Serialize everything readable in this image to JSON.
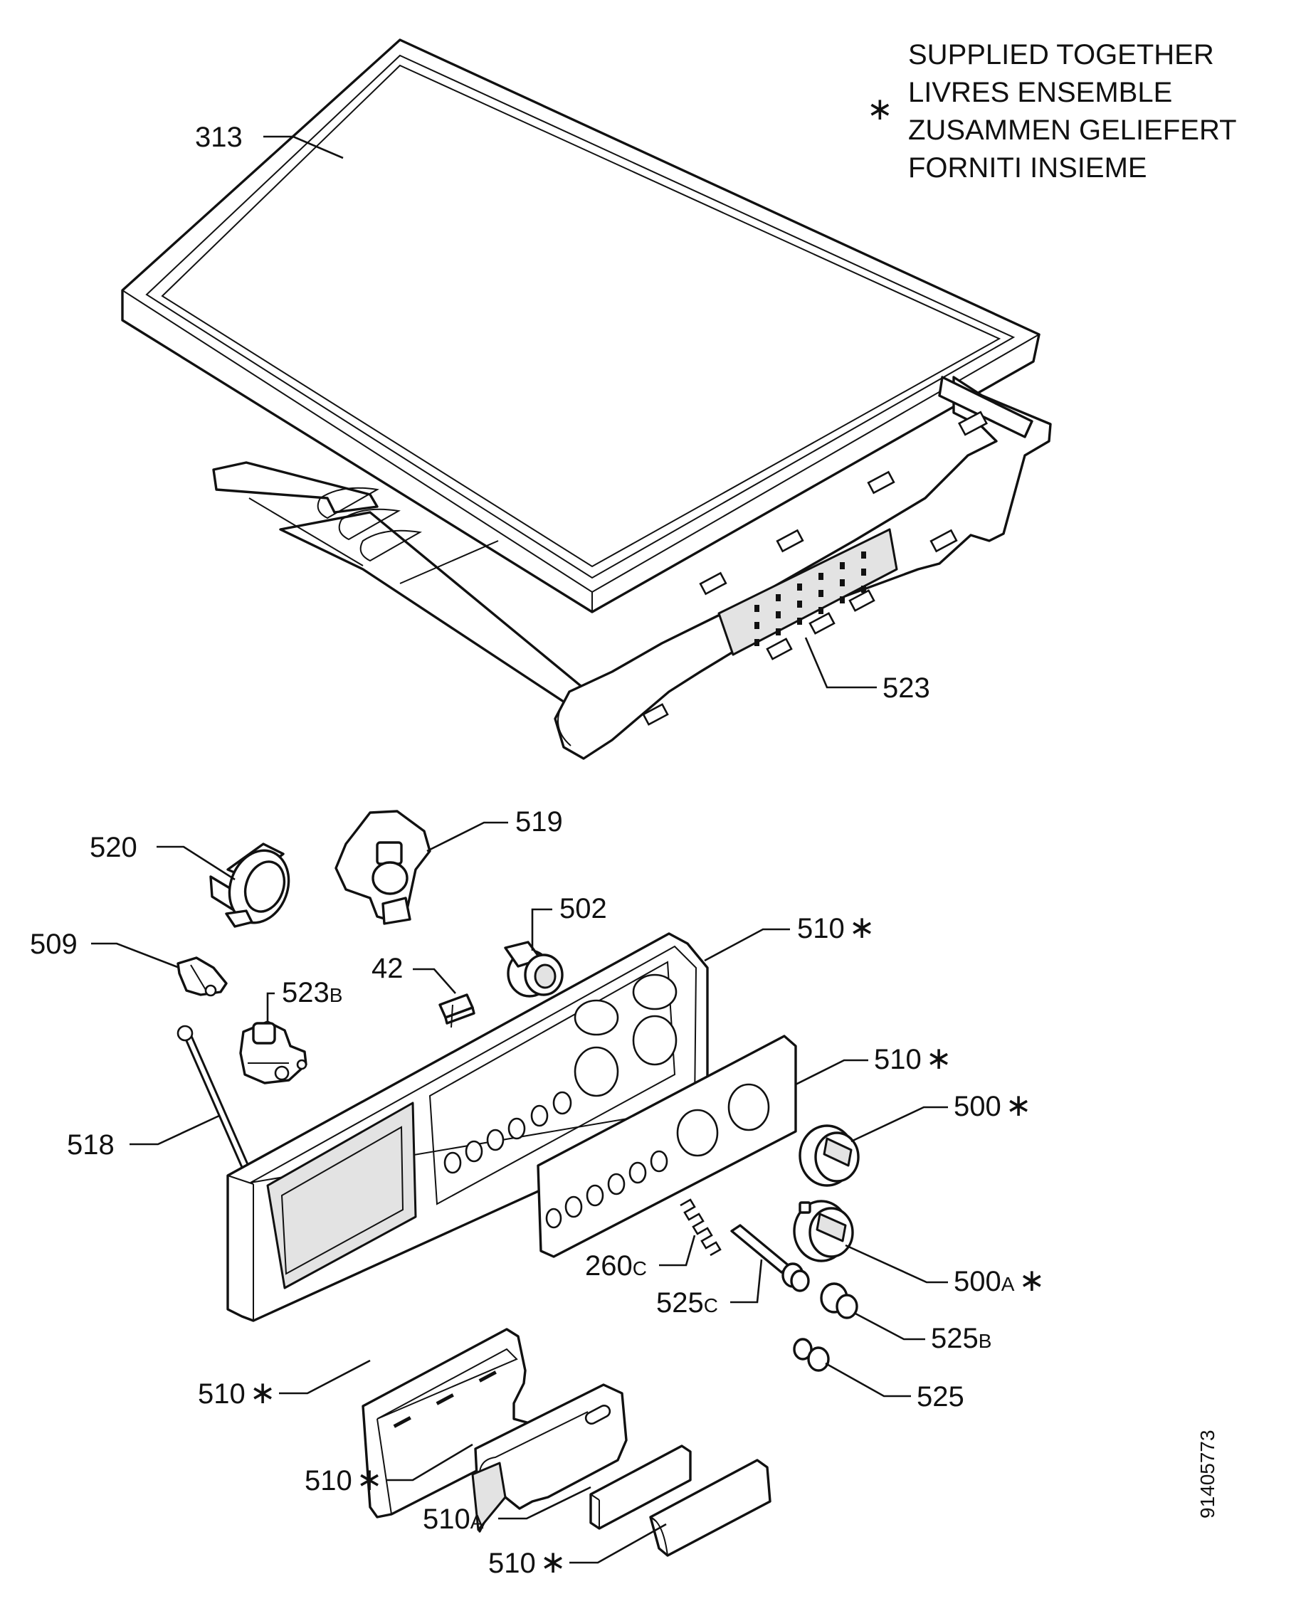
{
  "legend": {
    "marker": "∗",
    "lines": [
      "SUPPLIED TOGETHER",
      "LIVRES ENSEMBLE",
      "ZUSAMMEN GELIEFERT",
      "FORNITI INSIEME"
    ]
  },
  "drawing_number": "91405773",
  "callouts": [
    {
      "id": "313",
      "num": "313",
      "sub": "",
      "star": false
    },
    {
      "id": "523",
      "num": "523",
      "sub": "",
      "star": false
    },
    {
      "id": "520",
      "num": "520",
      "sub": "",
      "star": false
    },
    {
      "id": "519",
      "num": "519",
      "sub": "",
      "star": false
    },
    {
      "id": "502",
      "num": "502",
      "sub": "",
      "star": false
    },
    {
      "id": "510-top",
      "num": "510",
      "sub": "",
      "star": true
    },
    {
      "id": "509",
      "num": "509",
      "sub": "",
      "star": false
    },
    {
      "id": "42",
      "num": "42",
      "sub": "",
      "star": false
    },
    {
      "id": "523b",
      "num": "523",
      "sub": "B",
      "star": false
    },
    {
      "id": "510-panel",
      "num": "510",
      "sub": "",
      "star": true
    },
    {
      "id": "500",
      "num": "500",
      "sub": "",
      "star": true
    },
    {
      "id": "518",
      "num": "518",
      "sub": "",
      "star": false
    },
    {
      "id": "260c",
      "num": "260",
      "sub": "C",
      "star": false
    },
    {
      "id": "500a",
      "num": "500",
      "sub": "A",
      "star": true
    },
    {
      "id": "525c",
      "num": "525",
      "sub": "C",
      "star": false
    },
    {
      "id": "525b",
      "num": "525",
      "sub": "B",
      "star": false
    },
    {
      "id": "510-drawer",
      "num": "510",
      "sub": "",
      "star": true
    },
    {
      "id": "525",
      "num": "525",
      "sub": "",
      "star": false
    },
    {
      "id": "510-handle",
      "num": "510",
      "sub": "",
      "star": true
    },
    {
      "id": "510a",
      "num": "510",
      "sub": "A",
      "star": false
    },
    {
      "id": "510-cap",
      "num": "510",
      "sub": "",
      "star": true
    }
  ]
}
